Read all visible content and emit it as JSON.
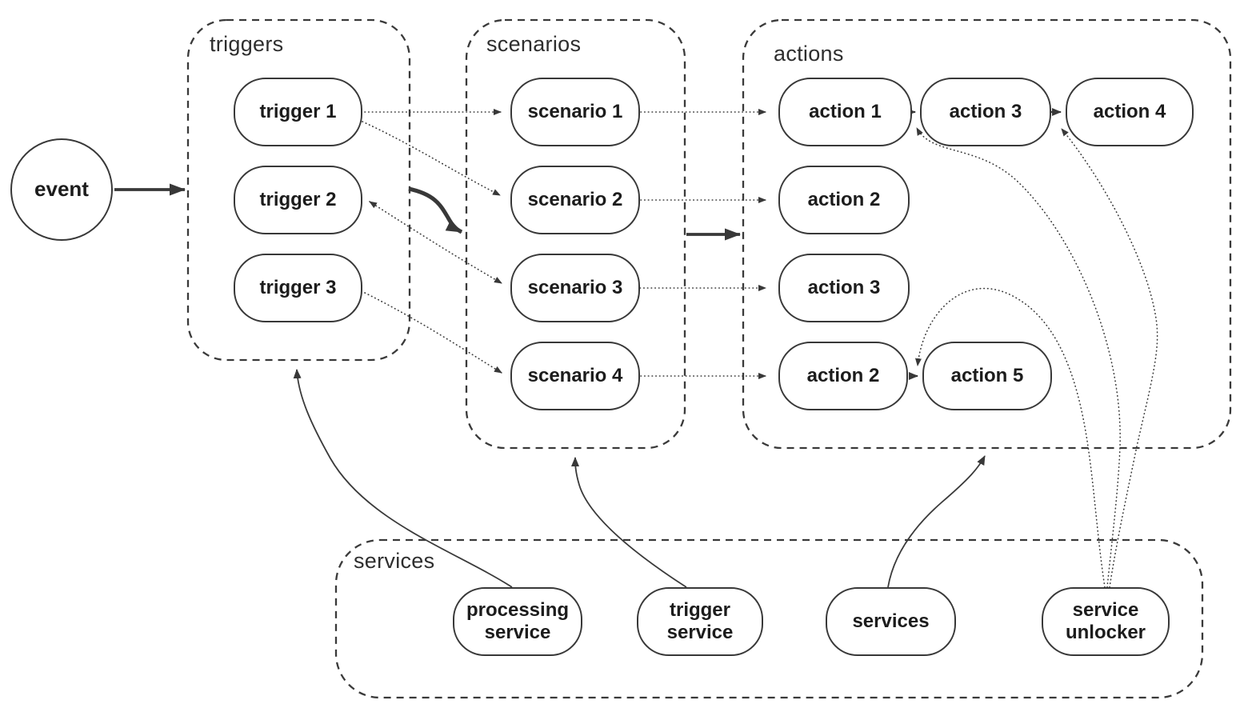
{
  "colors": {
    "stroke": "#383838",
    "text": "#1c1c1c",
    "background": "#ffffff"
  },
  "event": {
    "label": "event"
  },
  "triggers": {
    "label": "triggers",
    "nodes": [
      {
        "label": "trigger 1"
      },
      {
        "label": "trigger 2"
      },
      {
        "label": "trigger 3"
      }
    ]
  },
  "scenarios": {
    "label": "scenarios",
    "nodes": [
      {
        "label": "scenario 1"
      },
      {
        "label": "scenario 2"
      },
      {
        "label": "scenario 3"
      },
      {
        "label": "scenario 4"
      }
    ]
  },
  "actions": {
    "label": "actions",
    "nodes": [
      {
        "label": "action 1"
      },
      {
        "label": "action 3"
      },
      {
        "label": "action 4"
      },
      {
        "label": "action 2"
      },
      {
        "label": "action 3"
      },
      {
        "label": "action 2"
      },
      {
        "label": "action 5"
      }
    ]
  },
  "services": {
    "label": "services",
    "nodes": [
      {
        "label": "processing service"
      },
      {
        "label": "trigger service"
      },
      {
        "label": "services"
      },
      {
        "label": "service unlocker"
      }
    ]
  },
  "connections": [
    {
      "from": "event",
      "to": "triggers",
      "style": "solid-bold"
    },
    {
      "from": "trigger 1",
      "to": "scenario 1",
      "style": "dotted"
    },
    {
      "from": "trigger 1",
      "to": "scenario 2",
      "style": "dotted"
    },
    {
      "from": "trigger 2",
      "to": "scenario 3",
      "style": "dotted-bidirectional"
    },
    {
      "from": "trigger 3",
      "to": "scenario 4",
      "style": "dotted"
    },
    {
      "from": "triggers",
      "to": "scenarios",
      "style": "solid-bold"
    },
    {
      "from": "scenarios",
      "to": "actions",
      "style": "solid-bold"
    },
    {
      "from": "scenario 1",
      "to": "action 1",
      "style": "dotted"
    },
    {
      "from": "scenario 2",
      "to": "action 2",
      "style": "dotted"
    },
    {
      "from": "scenario 3",
      "to": "action 3",
      "style": "dotted"
    },
    {
      "from": "scenario 4",
      "to": "action 2",
      "style": "dotted"
    },
    {
      "from": "action 1",
      "to": "action 3",
      "style": "solid"
    },
    {
      "from": "action 3",
      "to": "action 4",
      "style": "solid"
    },
    {
      "from": "action 2",
      "to": "action 5",
      "style": "solid"
    },
    {
      "from": "processing service",
      "to": "triggers",
      "style": "solid-curve"
    },
    {
      "from": "trigger service",
      "to": "scenarios",
      "style": "solid-curve"
    },
    {
      "from": "services",
      "to": "actions",
      "style": "solid-curve"
    },
    {
      "from": "service unlocker",
      "to": "action1-action3 junction",
      "style": "dotted-curve"
    },
    {
      "from": "service unlocker",
      "to": "action3-action4 junction",
      "style": "dotted-curve"
    },
    {
      "from": "service unlocker",
      "to": "action2-action5 junction",
      "style": "dotted-curve"
    }
  ]
}
